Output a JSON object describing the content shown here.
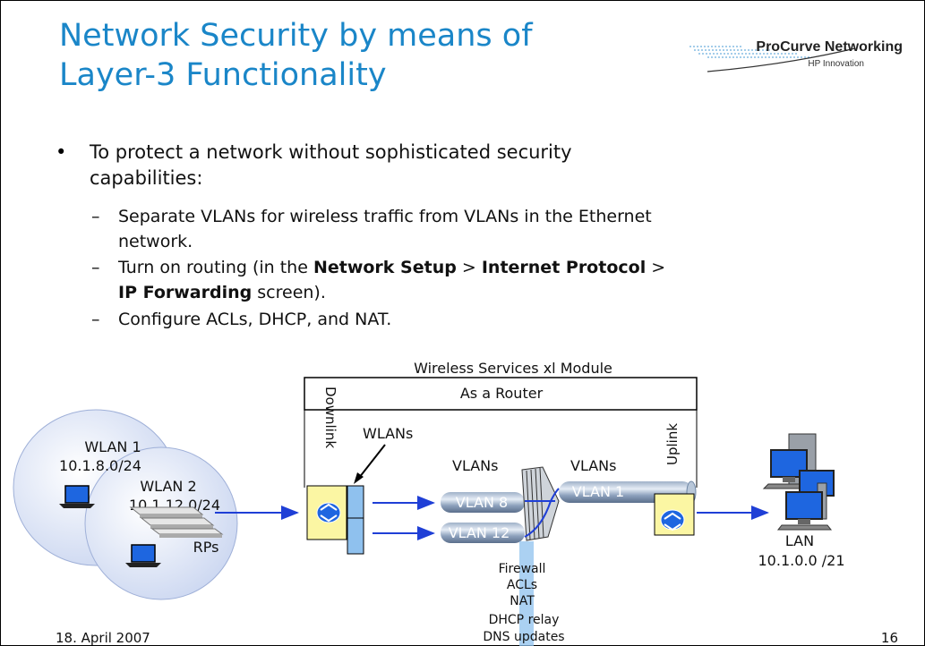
{
  "slide": {
    "title_line1": "Network Security by means of",
    "title_line2": "Layer-3 Functionality",
    "logo_main": "ProCurve Networking",
    "logo_sub": "HP Innovation",
    "bullet_text_line1": "To protect a network without sophisticated security",
    "bullet_text_line2": "capabilities:",
    "sub1_line1": "Separate VLANs for wireless traffic from VLANs in the Ethernet",
    "sub1_line2": "network.",
    "sub2_pre": "Turn on routing (in the ",
    "sub2_b1": "Network Setup",
    "sub2_mid1": " > ",
    "sub2_b2": "Internet Protocol",
    "sub2_mid2": " >",
    "sub2_b3": "IP Forwarding",
    "sub2_post": " screen).",
    "sub3": "Configure ACLs, DHCP, and NAT.",
    "date": "18. April 2007",
    "page": "16"
  },
  "diagram": {
    "module_title": "Wireless Services xl Module",
    "router_label": "As a Router",
    "downlink": "Downlink",
    "uplink": "Uplink",
    "wlans": "WLANs",
    "wlan1_name": "WLAN 1",
    "wlan1_net": "10.1.8.0/24",
    "wlan2_name": "WLAN 2",
    "wlan2_net": "10.1.12.0/24",
    "rps": "RPs",
    "vlans_left": "VLANs",
    "vlans_right": "VLANs",
    "vlan8": "VLAN 8",
    "vlan12": "VLAN 12",
    "vlan1": "VLAN 1",
    "lan": "LAN",
    "lan_net": "10.1.0.0 /21",
    "fw1": "Firewall",
    "fw2": "ACLs",
    "fw3": "NAT",
    "fw4": "DHCP relay",
    "fw5": "DNS updates",
    "colors": {
      "title": "#1a86c8",
      "arrow": "#1f3fd6",
      "module_bg": "#fffde0",
      "port": "#8fc1ee",
      "bubble": "#dfe6f7"
    }
  }
}
